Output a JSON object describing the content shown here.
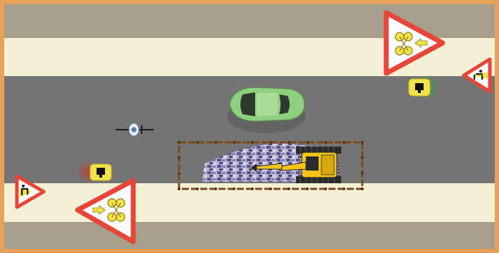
{
  "scene": {
    "title": "",
    "colors": {
      "frame": "#e8a15a",
      "verge": "#a89e8c",
      "sidewalk": "#f3f0d5",
      "road": "#747474",
      "sign_border": "#e8453a",
      "sign_fill": "#ffffff",
      "symbol_yellow": "#f2e24a",
      "car": "#8fd080",
      "work_zone_fence": "#7a4a20"
    },
    "elements": [
      {
        "name": "give-way-to-oncoming-sign",
        "type": "road sign",
        "symbols": [
          "two-bicycles-icon",
          "arrow-left-icon"
        ]
      },
      {
        "name": "roadworks-sign-top-right",
        "type": "road sign",
        "symbol": "worker-icon"
      },
      {
        "name": "roadworks-sign-bottom-left",
        "type": "road sign",
        "symbol": "worker-icon"
      },
      {
        "name": "priority-over-oncoming-sign",
        "type": "road sign",
        "symbols": [
          "two-bicycles-icon",
          "arrow-right-icon"
        ]
      },
      {
        "name": "traffic-light-right",
        "type": "signal",
        "state": "green"
      },
      {
        "name": "traffic-light-left",
        "type": "signal",
        "state": "red"
      },
      {
        "name": "car",
        "type": "vehicle",
        "color": "green"
      },
      {
        "name": "cyclist",
        "type": "road user"
      },
      {
        "name": "work-zone",
        "type": "roadworks area",
        "contains": [
          "rubble-area",
          "excavator"
        ]
      }
    ]
  }
}
